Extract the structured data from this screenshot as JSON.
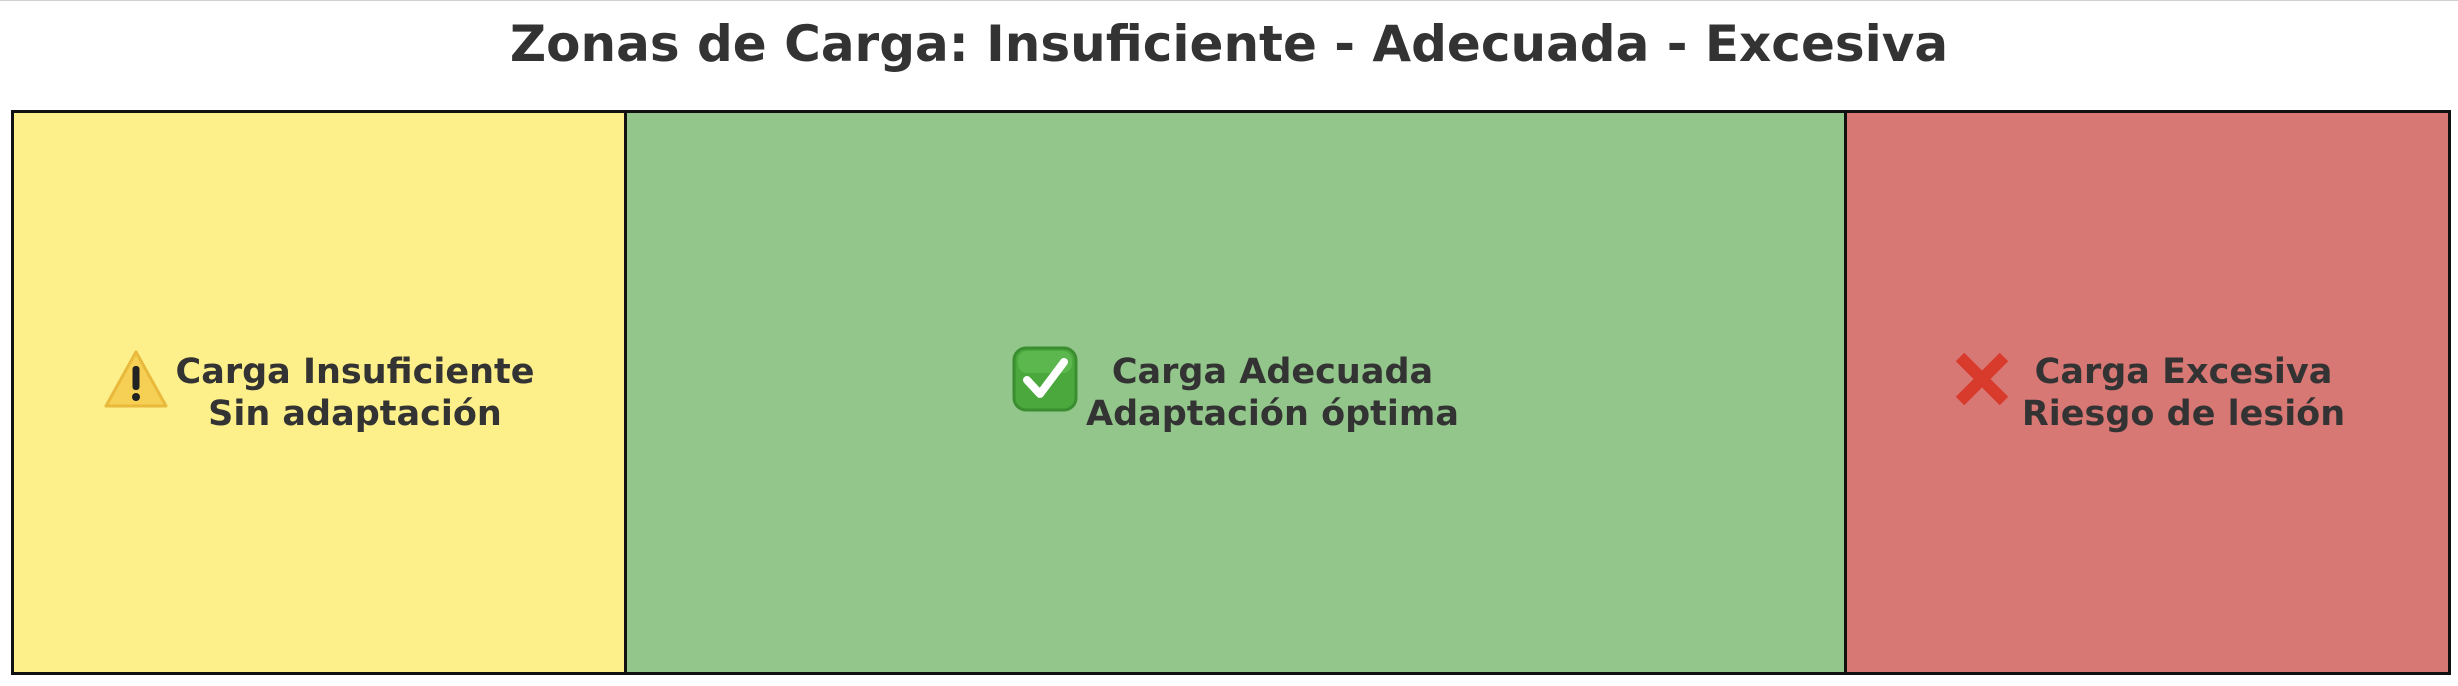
{
  "title": "Zonas de Carga: Insuficiente - Adecuada - Excesiva",
  "zones": [
    {
      "label": "Carga Insuficiente",
      "sublabel": "Sin adaptación",
      "icon": "warning-icon",
      "color": "#fdef89"
    },
    {
      "label": "Carga Adecuada",
      "sublabel": "Adaptación óptima",
      "icon": "check-mark-button-icon",
      "color": "#93c68b"
    },
    {
      "label": "Carga Excesiva",
      "sublabel": "Riesgo de lesión",
      "icon": "cross-mark-icon",
      "color": "#d87875"
    }
  ]
}
